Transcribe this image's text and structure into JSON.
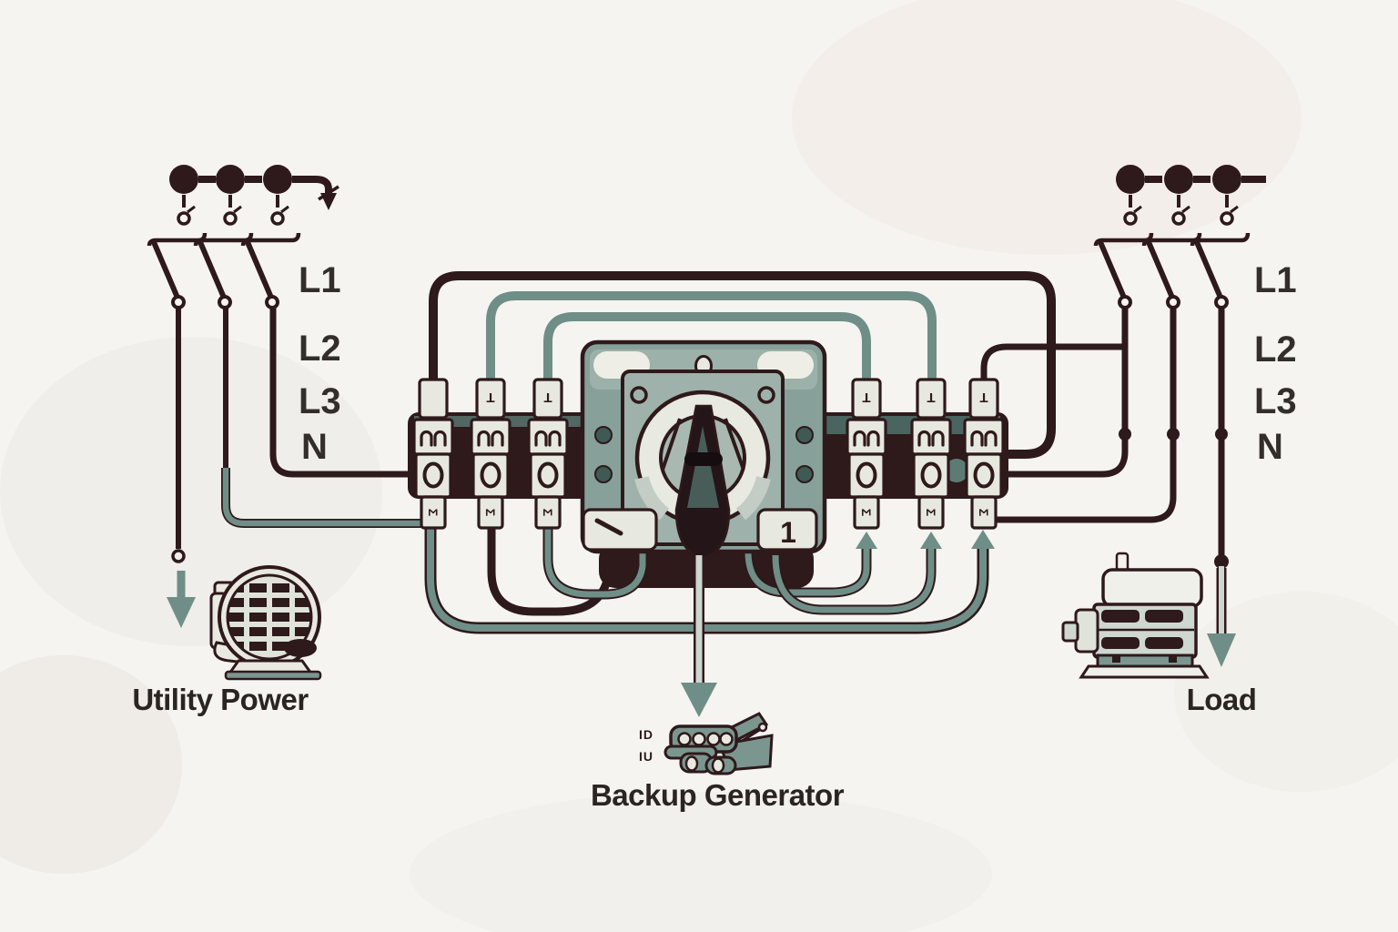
{
  "labels": {
    "left_phases": [
      "L1",
      "L2",
      "L3",
      "N"
    ],
    "right_phases": [
      "L1",
      "L2",
      "L3",
      "N"
    ],
    "utility_caption": "Utility Power",
    "generator_caption": "Backup Generator",
    "load_caption": "Load"
  },
  "switch": {
    "position_label": "1",
    "terminal_glyph_top": "T",
    "terminal_glyph_bottom": "Σ",
    "generator_marks": [
      "ID",
      "IU"
    ]
  },
  "colors": {
    "background": "#f5f4f1",
    "ink": "#2e191b",
    "teal_wire": "#6f8e87",
    "teal_dark": "#4e6d67",
    "housing": "#87a09a",
    "plate": "#9eb2ab",
    "cream": "#e9e9e1",
    "pale_shaft": "#cdd6cf",
    "text": "#2b2522"
  }
}
